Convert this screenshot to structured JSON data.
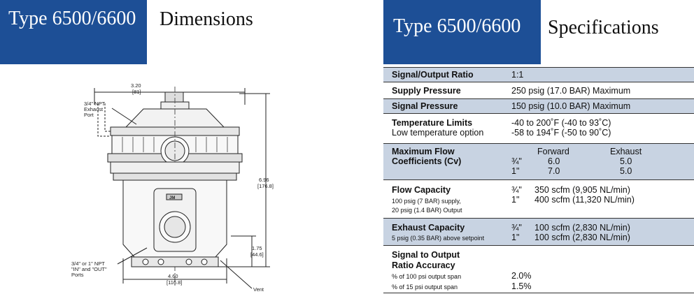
{
  "left_banner": {
    "title": "Type 6500/6600",
    "heading": "Dimensions"
  },
  "right_banner": {
    "title": "Type 6500/6600",
    "heading": "Specifications"
  },
  "drawing": {
    "dim_top": "3.20",
    "dim_top_mm": "[81]",
    "port_label_1": "3/4\" NPT",
    "port_label_2": "Exhaust",
    "port_label_3": "Port",
    "dim_height": "6.96",
    "dim_height_mm": "[176.8]",
    "dim_lower": "1.75",
    "dim_lower_mm": "[44.6]",
    "io_label_1": "3/4\" or 1\" NPT",
    "io_label_2": "\"IN\" and \"OUT\"",
    "io_label_3": "Ports",
    "dim_width": "4.60",
    "dim_width_mm": "[116.8]",
    "vent_label": "Vent",
    "badge": "JM"
  },
  "specs": {
    "signal_output_ratio": {
      "label": "Signal/Output Ratio",
      "value": "1:1"
    },
    "supply_pressure": {
      "label": "Supply Pressure",
      "value": "250 psig (17.0 BAR) Maximum"
    },
    "signal_pressure": {
      "label": "Signal Pressure",
      "value": "150 psig (10.0 BAR) Maximum"
    },
    "temperature_limits": {
      "label": "Temperature Limits",
      "value": "-40 to 200˚F (-40 to 93˚C)",
      "label2": "Low temperature option",
      "value2": "-58 to 194˚F (-50 to 90˚C)"
    },
    "max_flow": {
      "label1": "Maximum Flow",
      "label2": "Coefficients (Cv)",
      "col_forward": "Forward",
      "col_exhaust": "Exhaust",
      "rows": [
        {
          "size": "¾\"",
          "forward": "6.0",
          "exhaust": "5.0"
        },
        {
          "size": "1\"",
          "forward": "7.0",
          "exhaust": "5.0"
        }
      ]
    },
    "flow_capacity": {
      "label": "Flow Capacity",
      "sub1": "100 psig (7 BAR) supply,",
      "sub2": "20 psig (1.4 BAR) Output",
      "rows": [
        {
          "size": "¾\"",
          "value": "350 scfm (9,905 NL/min)"
        },
        {
          "size": "1\"",
          "value": "400 scfm (11,320 NL/min)"
        }
      ]
    },
    "exhaust_capacity": {
      "label": "Exhaust Capacity",
      "sub1": "5 psig (0.35 BAR) above setpoint",
      "rows": [
        {
          "size": "¾\"",
          "value": "100 scfm (2,830 NL/min)"
        },
        {
          "size": "1\"",
          "value": "100 scfm (2,830 NL/min)"
        }
      ]
    },
    "accuracy": {
      "label1": "Signal to Output",
      "label2": "Ratio Accuracy",
      "sub1": "% of 100 psi output span",
      "val1": "2.0%",
      "sub2": "% of 15 psi output span",
      "val2": "1.5%"
    }
  }
}
